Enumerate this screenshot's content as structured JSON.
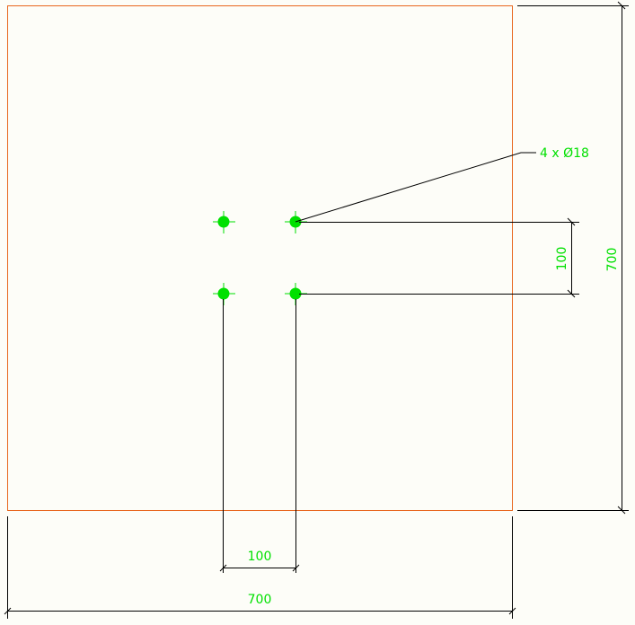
{
  "drawing": {
    "background": "#fdfdf8",
    "plate_color": "#e8661e",
    "hole_color": "#00e000",
    "dim_color": "#000000",
    "text_color": "#00e000"
  },
  "plate": {
    "width_label": "700",
    "height_label": "700"
  },
  "holes": {
    "callout": "4 x Ø18",
    "count": "4",
    "diameter": "Ø18",
    "spacing_x_label": "100",
    "spacing_y_label": "100"
  },
  "dimensions": {
    "bottom_overall": "700",
    "right_overall": "700",
    "bottom_hole_spacing": "100",
    "right_hole_spacing": "100"
  }
}
